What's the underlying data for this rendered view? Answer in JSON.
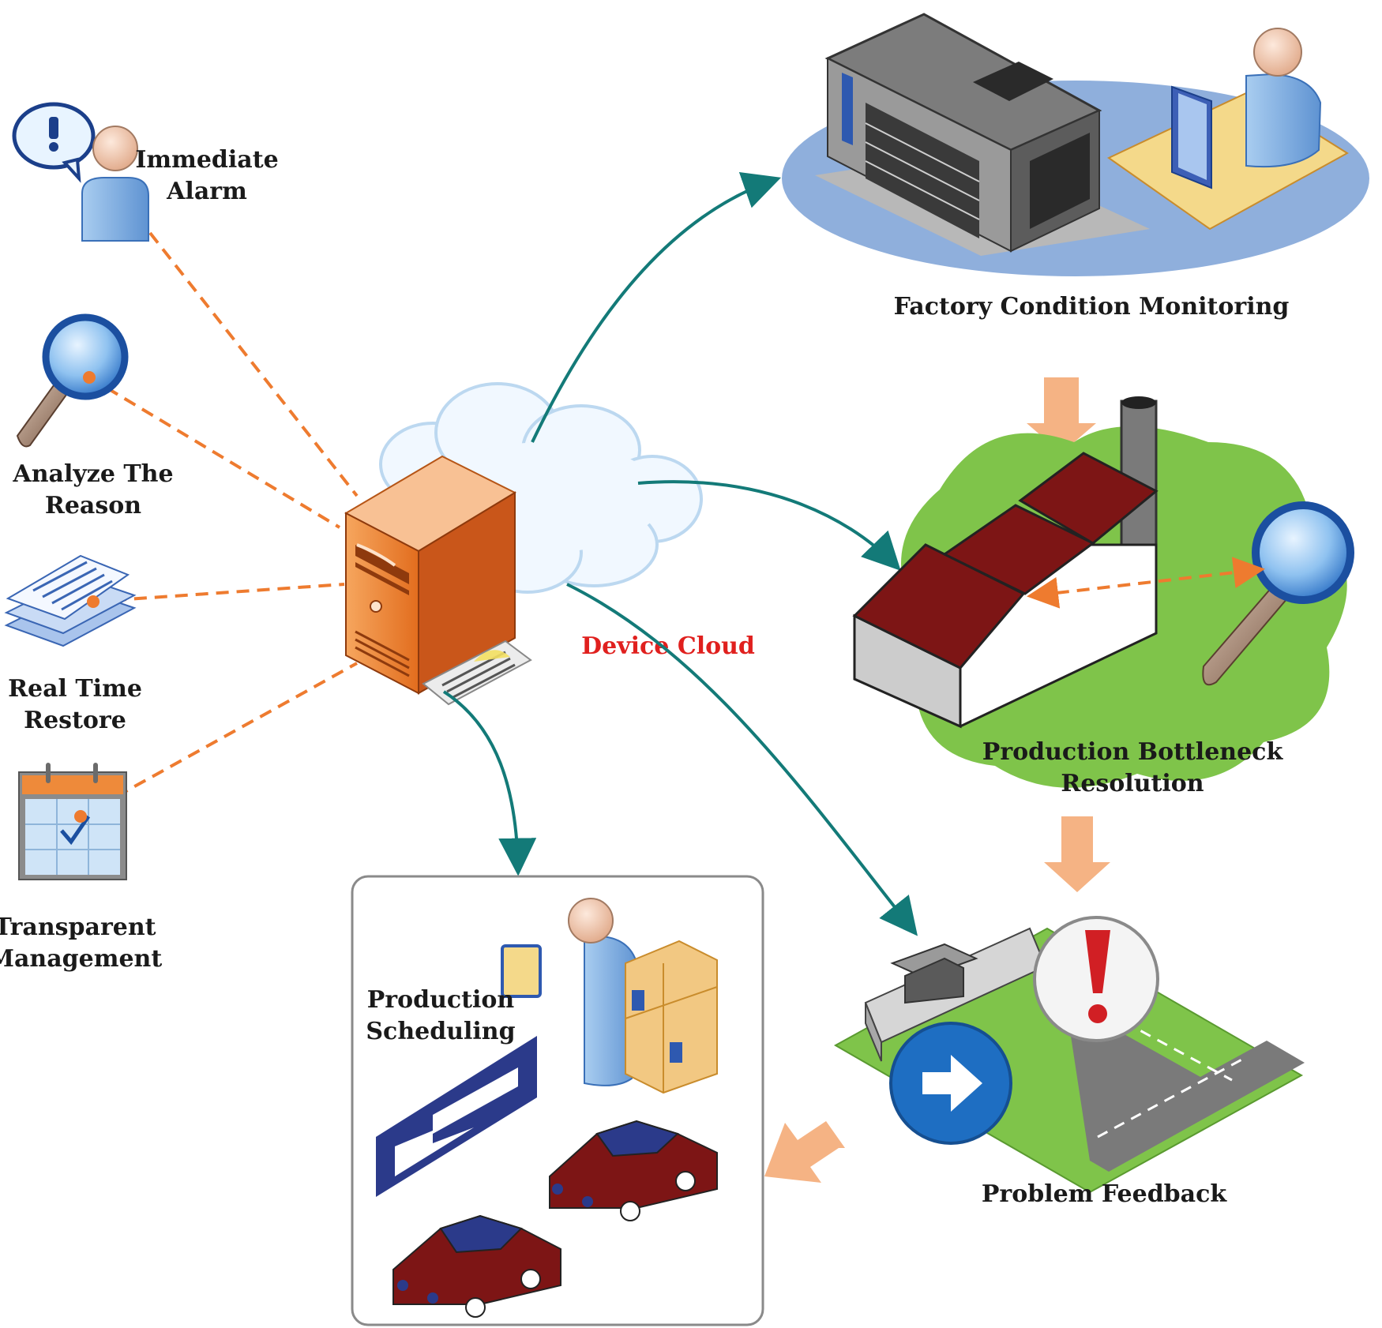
{
  "labels": {
    "immediate_alarm": [
      "Immediate",
      "Alarm"
    ],
    "analyze_reason": [
      "Analyze The",
      "Reason"
    ],
    "real_time_restore": [
      "Real Time",
      "Restore"
    ],
    "transparent_management": [
      "Transparent",
      "Management"
    ],
    "device_cloud": "Device Cloud",
    "factory_condition_monitoring": "Factory Condition Monitoring",
    "production_bottleneck_resolution": [
      "Production Bottleneck",
      "Resolution"
    ],
    "problem_feedback": "Problem Feedback",
    "production_scheduling": [
      "Production",
      "Scheduling"
    ]
  },
  "colors": {
    "dashed_link": "#ee7b2f",
    "flow_arrow": "#137a78",
    "step_arrow": "#f5b384",
    "cloud_label": "#e0201e"
  }
}
